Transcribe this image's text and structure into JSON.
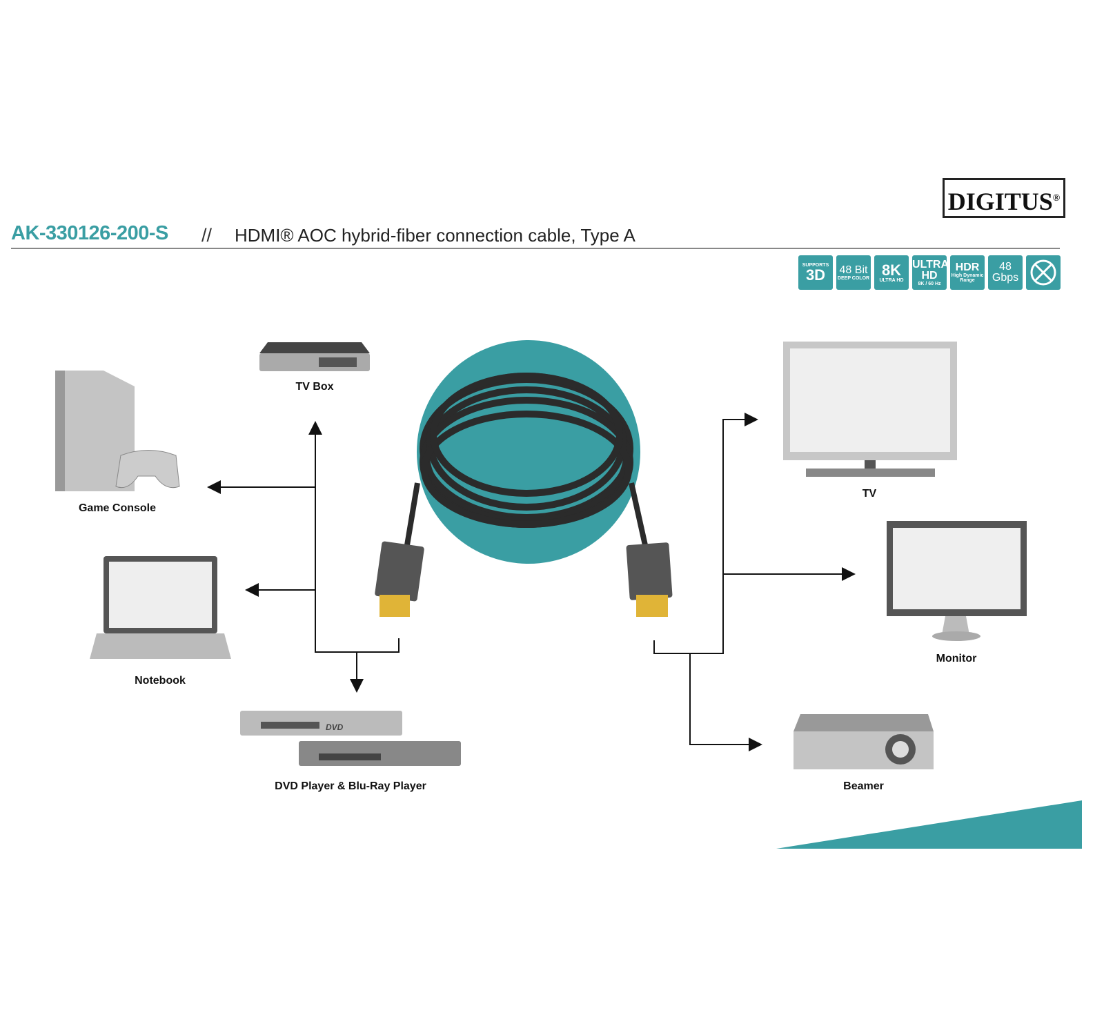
{
  "header": {
    "sku": "AK-330126-200-S",
    "separator": "//",
    "title": "HDMI® AOC hybrid-fiber connection cable, Type A",
    "brand": "DIGITUS",
    "brand_mark": "®"
  },
  "badges": [
    {
      "top": "SUPPORTS",
      "main": "3D"
    },
    {
      "top": "48 Bit",
      "main": "DEEP COLOR"
    },
    {
      "top": "8K",
      "main": "ULTRA HD"
    },
    {
      "top": "ULTRA HD",
      "main": "8K / 60 Hz"
    },
    {
      "top": "HDR",
      "main": "High Dynamic Range"
    },
    {
      "top": "48",
      "main": "Gbps"
    },
    {
      "top": "",
      "main": "no-halogen-icon"
    }
  ],
  "devices": {
    "tv_box": "TV Box",
    "game_console": "Game Console",
    "notebook": "Notebook",
    "dvd": "DVD Player & Blu-Ray Player",
    "tv": "TV",
    "monitor": "Monitor",
    "beamer": "Beamer",
    "dvd_logo": "DVD"
  },
  "colors": {
    "accent": "#3a9ea3",
    "device_gray": "#b5b5b5",
    "dark": "#333333"
  }
}
